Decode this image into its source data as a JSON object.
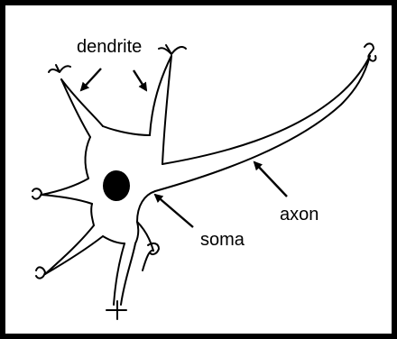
{
  "labels": {
    "dendrite": "dendrite",
    "axon": "axon",
    "soma": "soma"
  },
  "colors": {
    "stroke": "#000000",
    "background": "#ffffff",
    "frame": "#000000"
  }
}
